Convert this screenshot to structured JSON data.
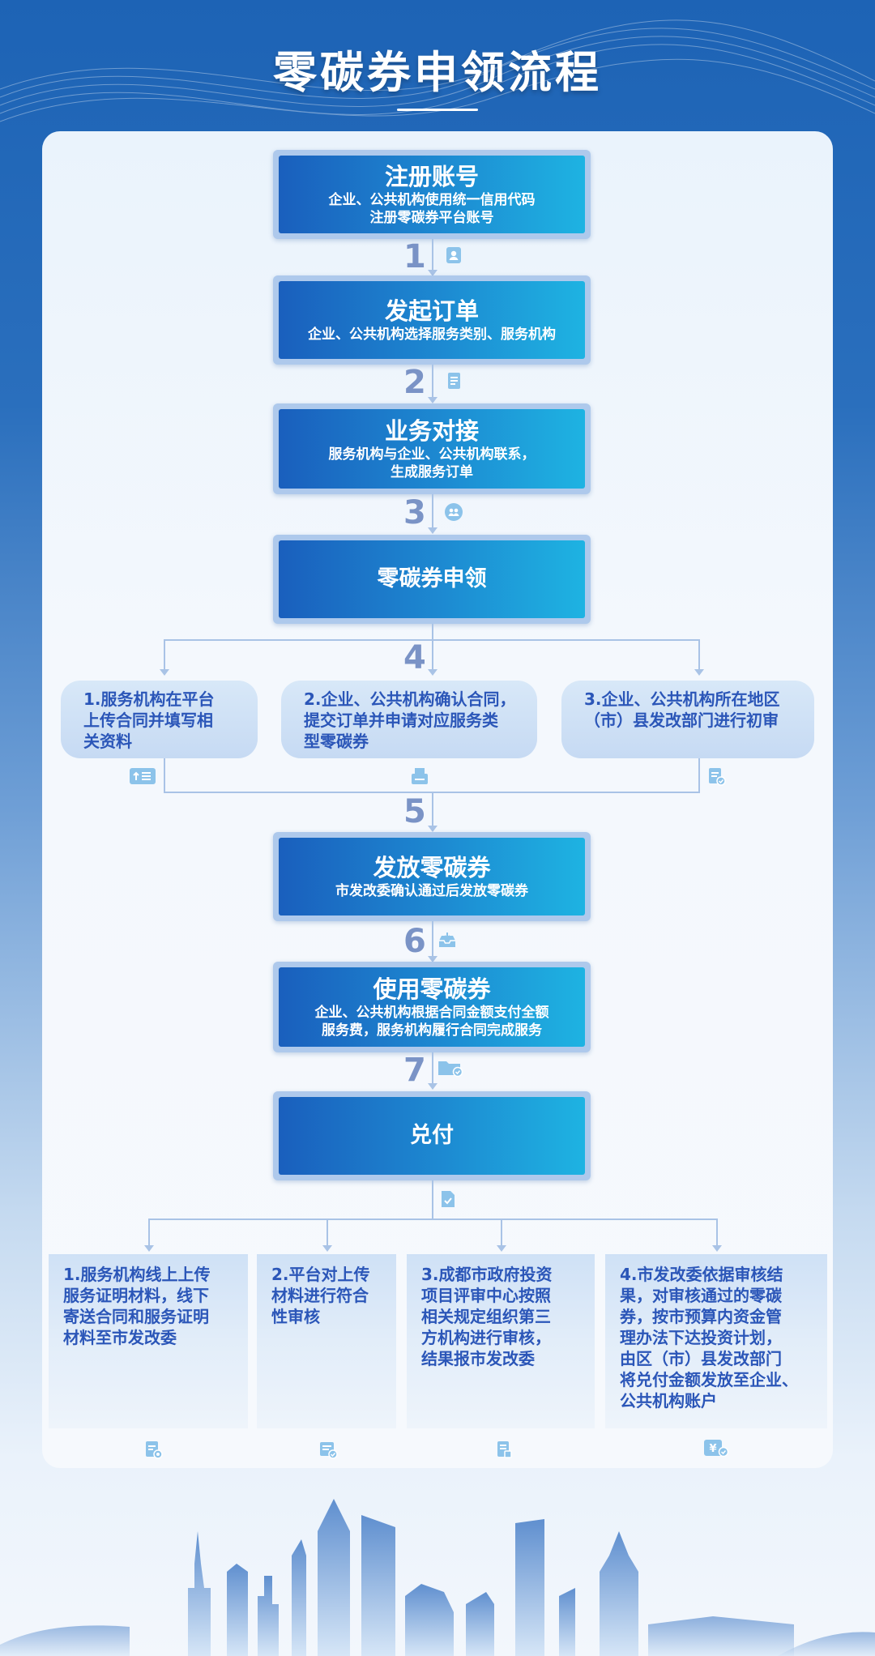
{
  "title": "零碳券申领流程",
  "steps": [
    {
      "title": "注册账号",
      "desc": [
        "企业、公共机构使用统一信用代码",
        "注册零碳券平台账号"
      ]
    },
    {
      "title": "发起订单",
      "desc": [
        "企业、公共机构选择服务类别、服务机构"
      ]
    },
    {
      "title": "业务对接",
      "desc": [
        "服务机构与企业、公共机构联系，",
        "生成服务订单"
      ]
    },
    {
      "title": "零碳券申领",
      "desc": []
    },
    {
      "title": "发放零碳券",
      "desc": [
        "市发改委确认通过后发放零碳券"
      ]
    },
    {
      "title": "使用零碳券",
      "desc": [
        "企业、公共机构根据合同金额支付全额",
        "服务费，服务机构履行合同完成服务"
      ]
    },
    {
      "title": "兑付",
      "desc": []
    }
  ],
  "numbers": [
    "1",
    "2",
    "3",
    "4",
    "5",
    "6",
    "7"
  ],
  "apply_substeps": [
    [
      "1.服务机构在平台",
      "上传合同并填写相",
      "关资料"
    ],
    [
      "2.企业、公共机构确认合同，",
      "提交订单并申请对应服务类",
      "型零碳券"
    ],
    [
      "3.企业、公共机构所在地区",
      "（市）县发改部门进行初审"
    ]
  ],
  "redeem_substeps": [
    [
      "1.服务机构线上上传",
      "服务证明材料，线下",
      "寄送合同和服务证明",
      "材料至市发改委"
    ],
    [
      "2.平台对上传",
      "材料进行符合",
      "性审核"
    ],
    [
      "3.成都市政府投资",
      "项目评审中心按照",
      "相关规定组织第三",
      "方机构进行审核，",
      "结果报市发改委"
    ],
    [
      "4.市发改委依据审核结",
      "果，对审核通过的零碳",
      "券，按市预算内资金管",
      "理办法下达投资计划，",
      "由区（市）县发改部门",
      "将兑付金额发放至企业、",
      "公共机构账户"
    ]
  ],
  "icons": {
    "step1": "account-icon",
    "step2": "document-icon",
    "step3": "people-icon",
    "step6": "inbox-icon",
    "step7": "folder-check-icon",
    "redeem": "file-check-icon",
    "apply1": "upload-list-icon",
    "apply2": "printer-icon",
    "apply3": "doc-review-icon",
    "redeem1": "doc-seal-icon",
    "redeem2": "doc-approve-icon",
    "redeem3": "doc-report-icon",
    "redeem4": "money-check-icon"
  },
  "colors": {
    "accent": "#1d8bd2",
    "number": "#7a93c6",
    "text_blue": "#2b56b8"
  }
}
